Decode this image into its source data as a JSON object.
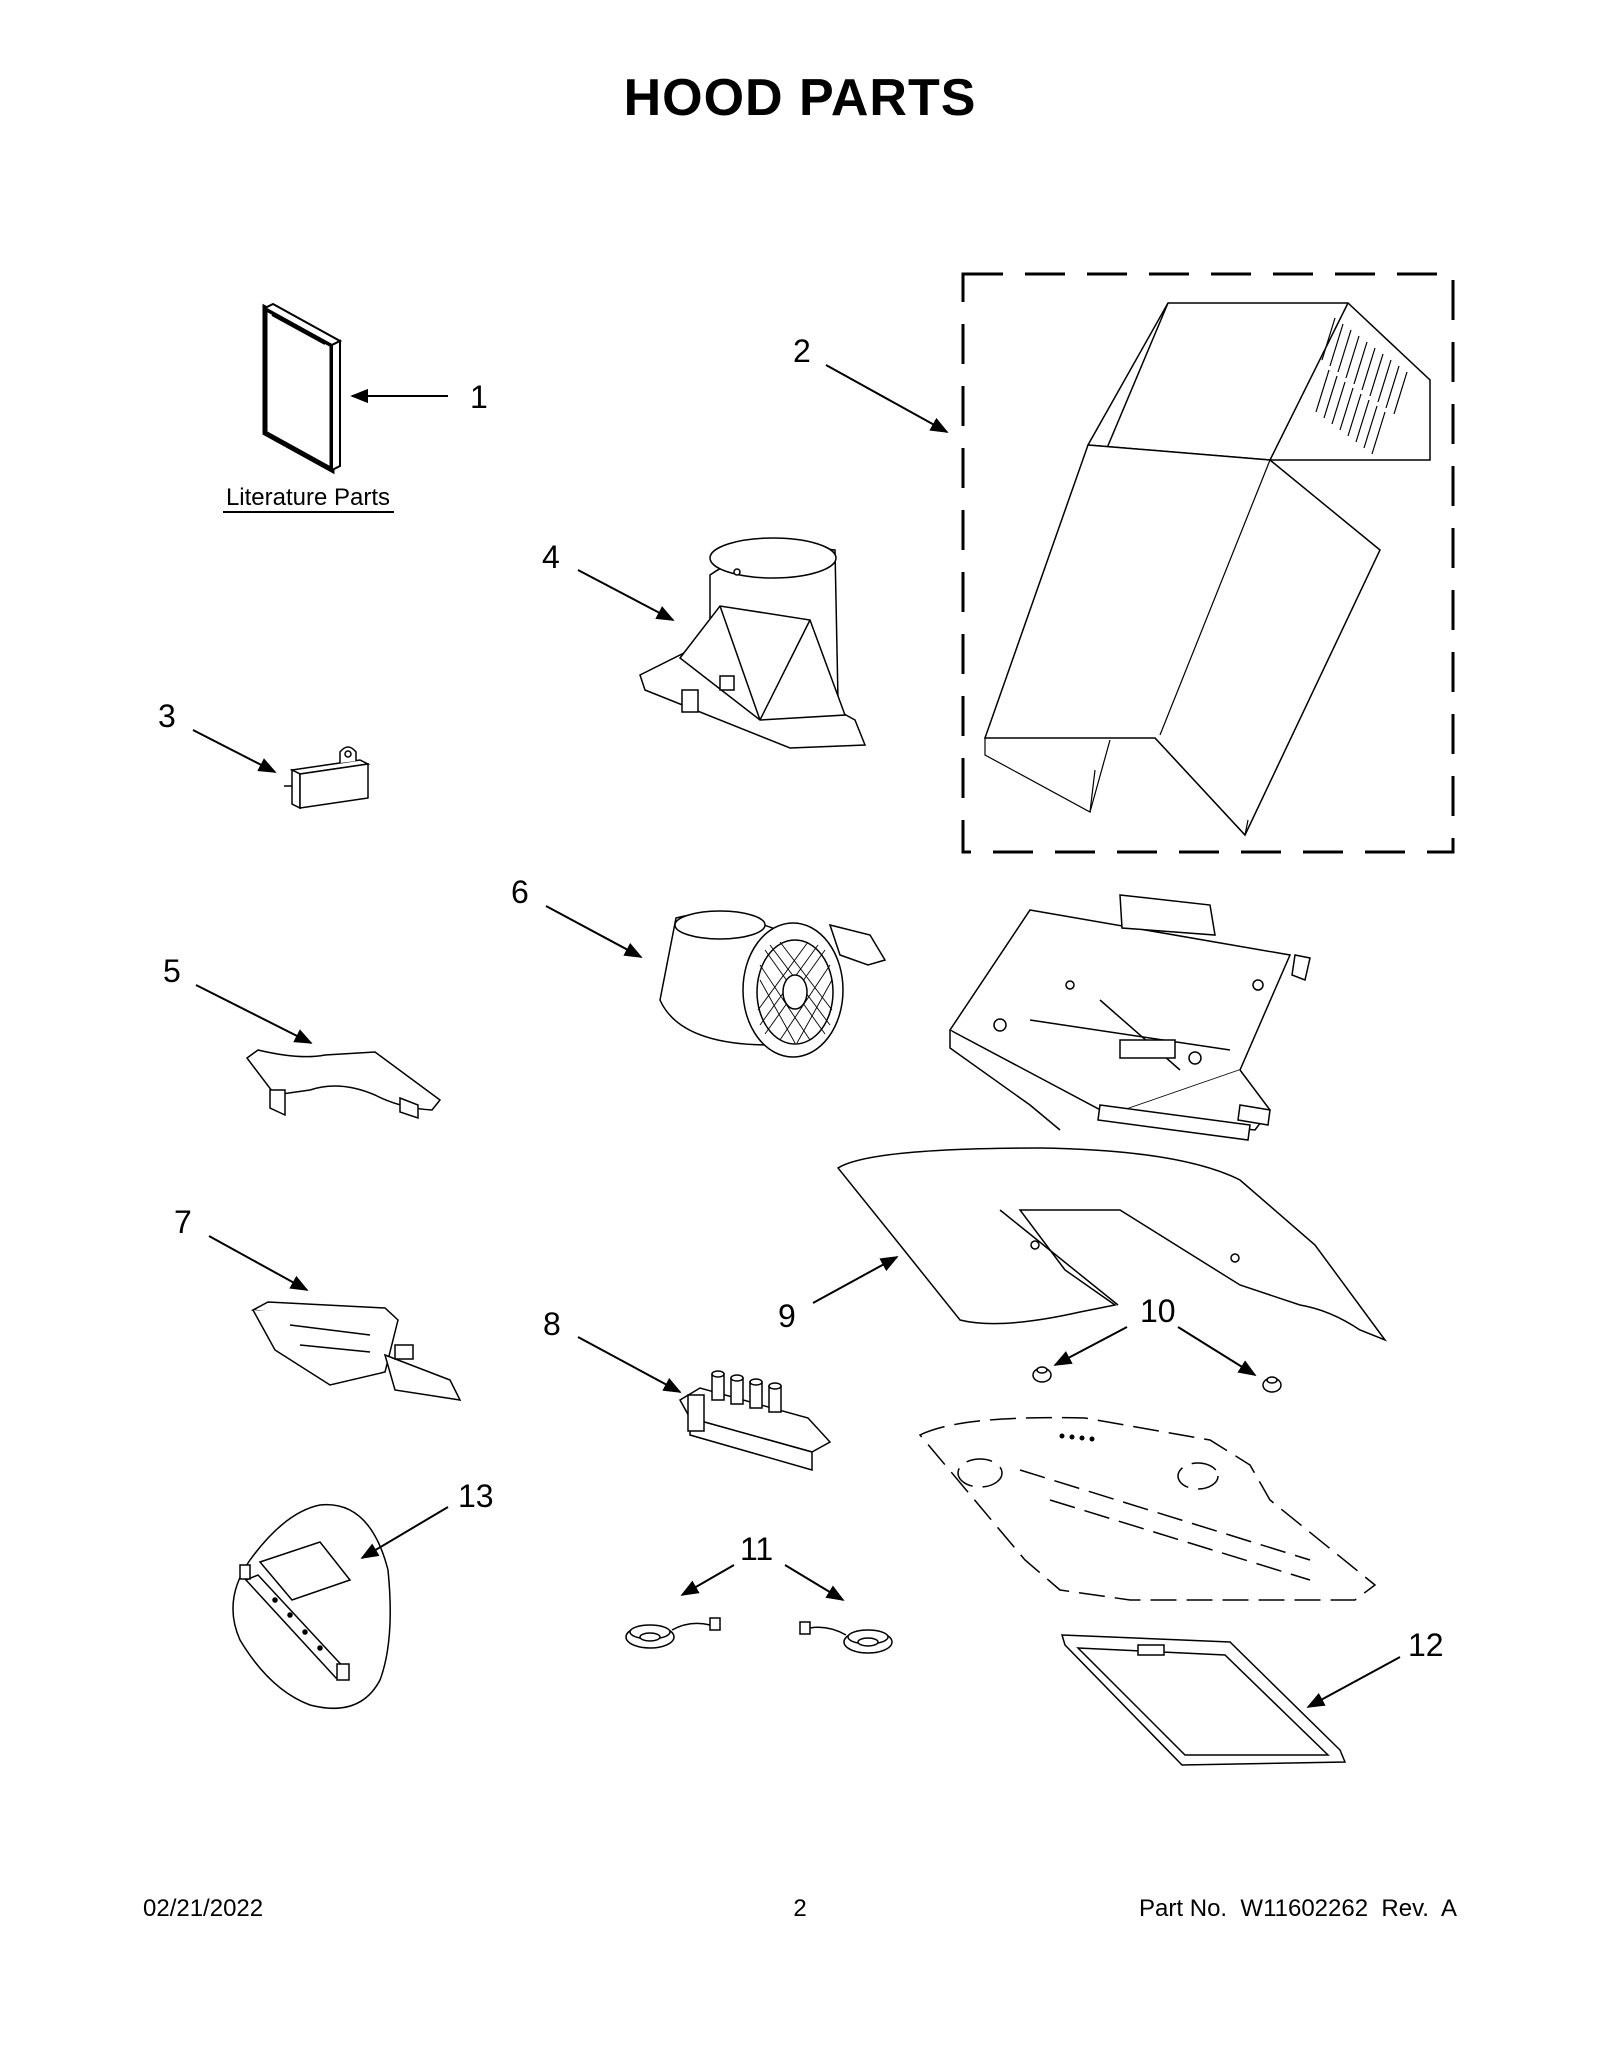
{
  "title": "HOOD PARTS",
  "literature_label": "Literature Parts",
  "callouts": {
    "c1": "1",
    "c2": "2",
    "c3": "3",
    "c4": "4",
    "c5": "5",
    "c6": "6",
    "c7": "7",
    "c8": "8",
    "c9": "9",
    "c10": "10",
    "c11": "11",
    "c12": "12",
    "c13": "13"
  },
  "footer": {
    "date": "02/21/2022",
    "page": "2",
    "part_no": "Part No.  W11602262  Rev.  A"
  }
}
